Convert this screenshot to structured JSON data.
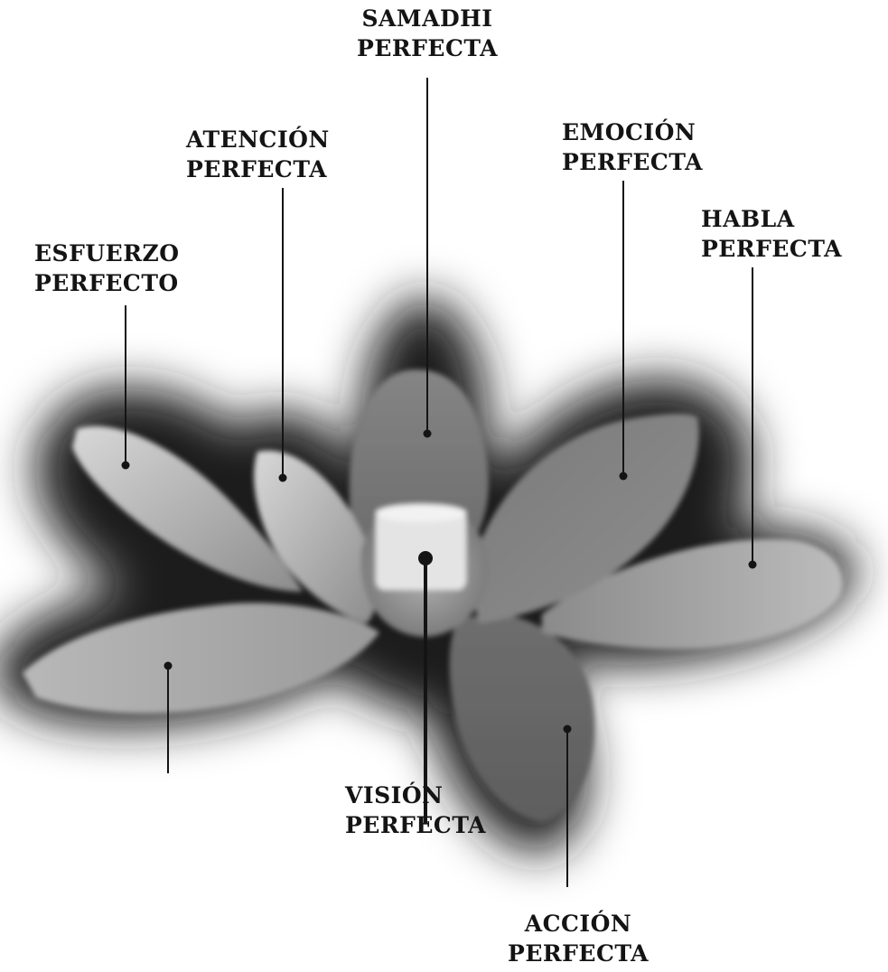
{
  "diagram": {
    "center_label": [
      "VISIÓN",
      "PERFECTA"
    ],
    "labels": {
      "samadhi": [
        "SAMADHI",
        "PERFECTA"
      ],
      "atencion": [
        "ATENCIÓN",
        "PERFECTA"
      ],
      "emocion": [
        "EMOCIÓN",
        "PERFECTA"
      ],
      "habla": [
        "HABLA",
        "PERFECTA"
      ],
      "esfuerzo": [
        "ESFUERZO",
        "PERFECTO"
      ],
      "accion": [
        "ACCIÓN",
        "PERFECTA"
      ]
    }
  },
  "colors": {
    "ink": "#141414",
    "petal_dark": "#6c6c6c",
    "petal_mid": "#8e8e8e",
    "petal_light": "#bdbdbd",
    "halo": "#1e1e1e",
    "stamen": "#e4e4e4"
  }
}
